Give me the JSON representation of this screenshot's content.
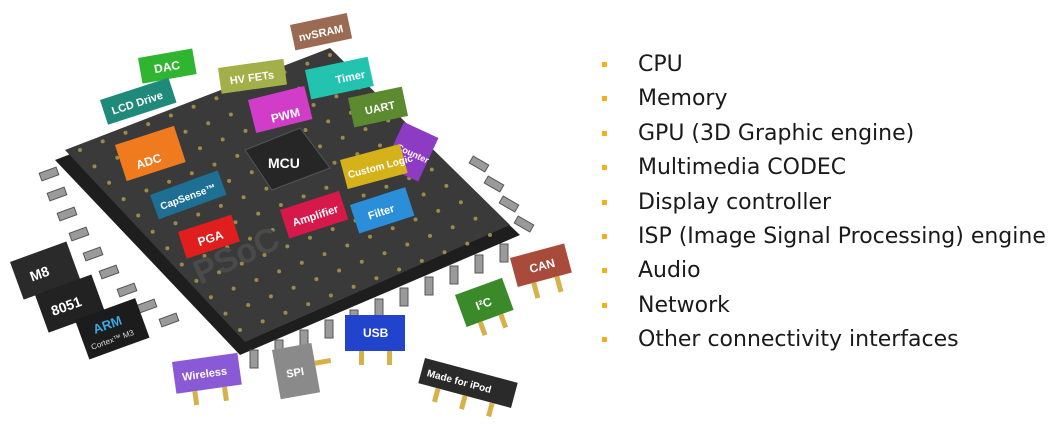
{
  "chip": {
    "watermark": "PSoC",
    "center_label": "MCU",
    "blocks": [
      {
        "id": "dac",
        "label": "DAC",
        "color": "#2fb52f"
      },
      {
        "id": "lcd-drive",
        "label": "LCD Drive",
        "color": "#1f8a7a"
      },
      {
        "id": "hv-fets",
        "label": "HV FETs",
        "color": "#a3b04a"
      },
      {
        "id": "nvsram",
        "label": "nvSRAM",
        "color": "#9b6a52"
      },
      {
        "id": "timer",
        "label": "Timer",
        "color": "#22c4b0"
      },
      {
        "id": "pwm",
        "label": "PWM",
        "color": "#d13cc9"
      },
      {
        "id": "uart",
        "label": "UART",
        "color": "#5c8a2e"
      },
      {
        "id": "counter",
        "label": "Counter",
        "color": "#8e3bc4"
      },
      {
        "id": "adc",
        "label": "ADC",
        "color": "#f07a1e"
      },
      {
        "id": "custom-logic",
        "label": "Custom Logic",
        "color": "#d6b21a"
      },
      {
        "id": "capsense",
        "label": "CapSense™",
        "color": "#1e6f94"
      },
      {
        "id": "amplifier",
        "label": "Amplifier",
        "color": "#d6194a"
      },
      {
        "id": "filter",
        "label": "Filter",
        "color": "#2a8fd8"
      },
      {
        "id": "pga",
        "label": "PGA",
        "color": "#e01e1e"
      }
    ]
  },
  "cores": [
    {
      "id": "m8",
      "label": "M8"
    },
    {
      "id": "8051",
      "label": "8051"
    },
    {
      "id": "arm",
      "label": "ARM",
      "sub": "Cortex™ M3"
    }
  ],
  "connectors": [
    {
      "id": "can",
      "label": "CAN",
      "color": "#a84b3a"
    },
    {
      "id": "i2c",
      "label": "I²C",
      "color": "#3a8a2a"
    },
    {
      "id": "usb",
      "label": "USB",
      "color": "#2244cc"
    },
    {
      "id": "wireless",
      "label": "Wireless",
      "color": "#8a5ad6"
    },
    {
      "id": "spi",
      "label": "SPI",
      "color": "#8a8a8a"
    },
    {
      "id": "made-for-ipod",
      "label": "Made for iPod",
      "color": "#2a2a2a"
    }
  ],
  "features": [
    "CPU",
    "Memory",
    "GPU (3D Graphic engine)",
    "Multimedia CODEC",
    "Display controller",
    "ISP (Image Signal Processing) engine",
    "Audio",
    "Network",
    "Other connectivity interfaces"
  ],
  "colors": {
    "bullet": "#f2b01e",
    "chip_body": "#2b2b2b",
    "chip_top": "#3b3b3b",
    "dot": "#9c8a4a"
  }
}
